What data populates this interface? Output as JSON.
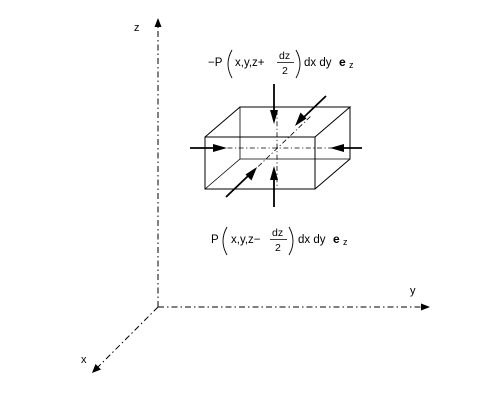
{
  "axes": {
    "z_label": "z",
    "y_label": "y",
    "x_label": "x"
  },
  "top_force": {
    "prefix": "−P",
    "args": "x,y,z+",
    "frac_num": "dz",
    "frac_den": "2",
    "suffix": "dx dy",
    "vector": "e",
    "vector_sub": "z"
  },
  "bottom_force": {
    "prefix": "P",
    "args": "x,y,z−",
    "frac_num": "dz",
    "frac_den": "2",
    "suffix": "dx dy",
    "vector": "e",
    "vector_sub": "z"
  }
}
